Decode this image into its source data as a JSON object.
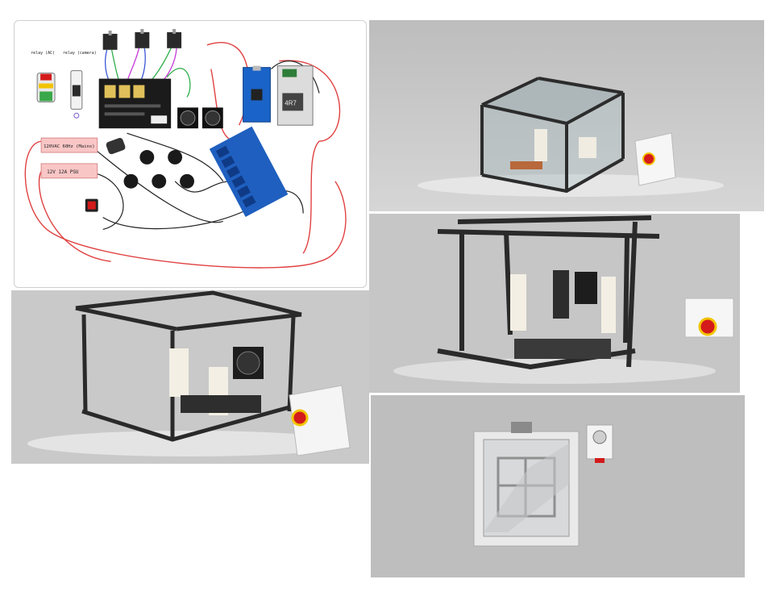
{
  "wiring": {
    "relay_ac": "relay (AC)",
    "relay_camera": "relay (camera)",
    "mains": "120VAC 60Hz (Mains)",
    "psu": "12V 12A PSU",
    "buck_label": "4R7"
  },
  "colors": {
    "page": "#ffffff",
    "render_bg": "#c6c6c6",
    "pink_box": "#f9c6c6",
    "red_wire": "#e04040",
    "blue_relay": "#1f5fbf",
    "green_relay": "#3aa84a",
    "nano_blue": "#1a63c8",
    "estop_red": "#d41a1a",
    "estop_yellow": "#f2c400"
  }
}
